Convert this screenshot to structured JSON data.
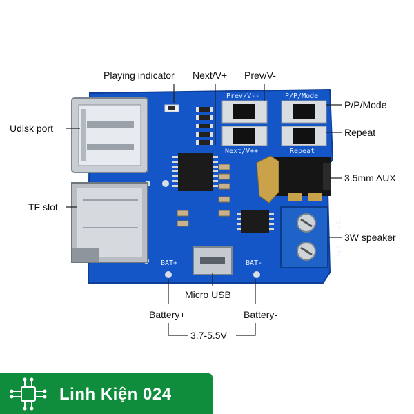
{
  "labels": {
    "playing_indicator": "Playing indicator",
    "next_v_plus": "Next/V+",
    "prev_v_minus": "Prev/V-",
    "udisk_port": "Udisk port",
    "pp_mode": "P/P/Mode",
    "repeat": "Repeat",
    "aux": "3.5mm AUX",
    "tf_slot": "TF slot",
    "speaker": "3W speaker",
    "micro_usb": "Micro USB",
    "battery_plus": "Battery+",
    "battery_minus": "Battery-",
    "voltage_range": "3.7-5.5V"
  },
  "silkscreen": {
    "prev_v_minus": "Prev/V--",
    "pp_mode": "P/P/Mode",
    "next_v_plus": "Next/V++",
    "repeat": "Repeat",
    "bat_plus": "BAT+",
    "bat_minus": "BAT-",
    "sp_minus": "SP-",
    "sp_plus": "SP+"
  },
  "brand": {
    "name": "Linh Kiện 024"
  },
  "colors": {
    "pcb_blue": "#1456c8",
    "brand_green": "#0f8c3c",
    "terminal_blue": "#1f63c9"
  }
}
